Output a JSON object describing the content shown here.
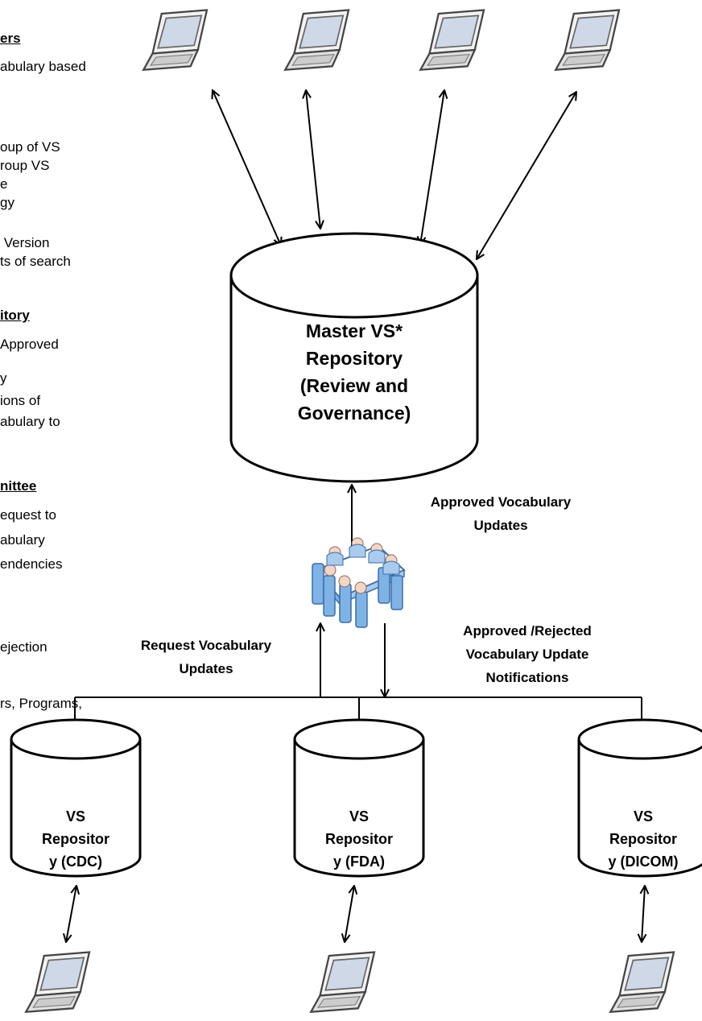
{
  "left_text": {
    "section1_heading": "ers",
    "section1_lines": [
      "abulary based",
      "",
      "",
      "oup of VS",
      "roup VS",
      "e",
      "gy",
      " Version",
      "ts of search"
    ],
    "section2_heading": "itory",
    "section2_lines": [
      "Approved",
      "y",
      "ions of",
      "abulary to"
    ],
    "section3_heading": "nittee",
    "section3_lines": [
      "equest to",
      "abulary",
      "endencies",
      "",
      "",
      "ejection",
      "",
      "rs, Programs,"
    ]
  },
  "master": {
    "line1": "Master VS*",
    "line2": "Repository",
    "line3": "(Review and",
    "line4": "Governance)"
  },
  "labels": {
    "approved_updates_1": "Approved Vocabulary",
    "approved_updates_2": "Updates",
    "request_updates_1": "Request Vocabulary",
    "request_updates_2": "Updates",
    "notifications_1": "Approved /Rejected",
    "notifications_2": "Vocabulary Update",
    "notifications_3": "Notifications"
  },
  "repositories": [
    {
      "line1": "VS",
      "line2": "Repositor",
      "line3": "y (CDC)"
    },
    {
      "line1": "VS",
      "line2": "Repositor",
      "line3": "y (FDA)"
    },
    {
      "line1": "VS",
      "line2": "Repositor",
      "line3": "y (DICOM)"
    }
  ],
  "colors": {
    "line": "#000000",
    "laptop_body": "#e8e8e8",
    "laptop_screen": "#cfd8e6",
    "people": "#7fb3e6",
    "people_dark": "#3a6ea8"
  }
}
